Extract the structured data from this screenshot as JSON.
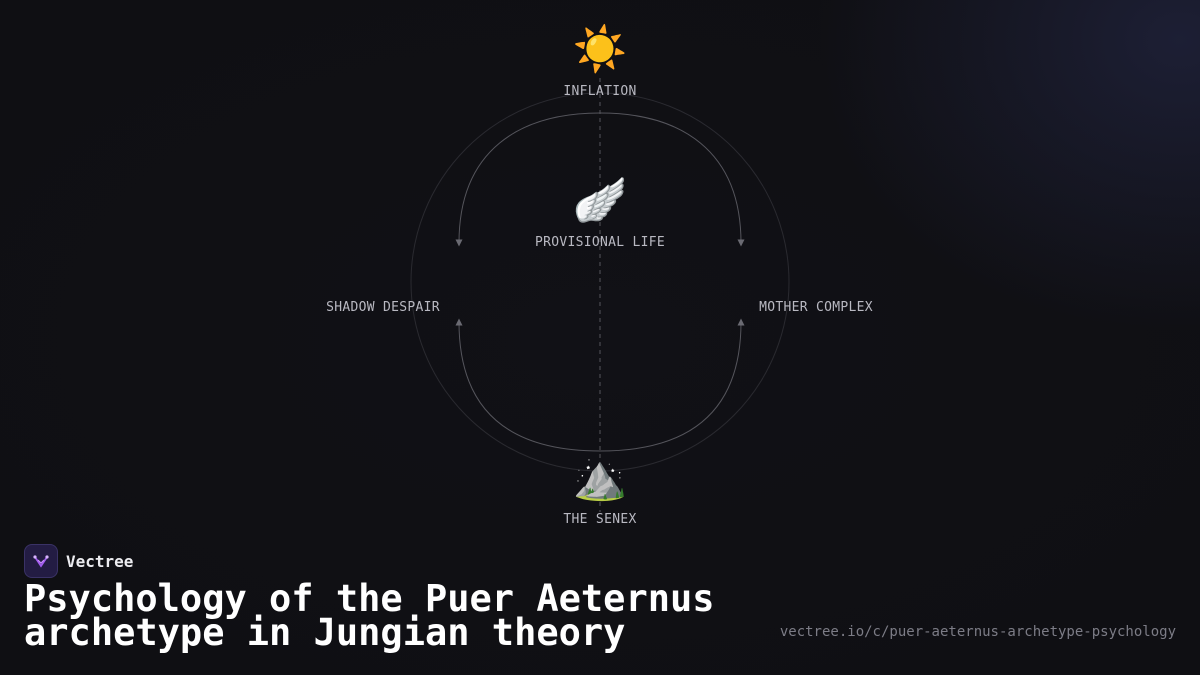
{
  "diagram": {
    "nodes": {
      "top": {
        "label": "INFLATION",
        "icon": "sun-icon",
        "emoji": "☀️"
      },
      "center": {
        "label": "PROVISIONAL LIFE",
        "icon": "wing-icon",
        "emoji": "🪽"
      },
      "left": {
        "label": "SHADOW DESPAIR",
        "icon": "new-moon-icon"
      },
      "right": {
        "label": "MOTHER COMPLEX",
        "icon": "yarn-ball-icon"
      },
      "bottom": {
        "label": "THE SENEX",
        "icon": "mountain-icon",
        "emoji": "⛰️"
      }
    }
  },
  "brand": {
    "name": "Vectree"
  },
  "title_lines": [
    "Psychology of the Puer Aeternus",
    "archetype in Jungian theory"
  ],
  "url": "vectree.io/c/puer-aeternus-archetype-psychology"
}
